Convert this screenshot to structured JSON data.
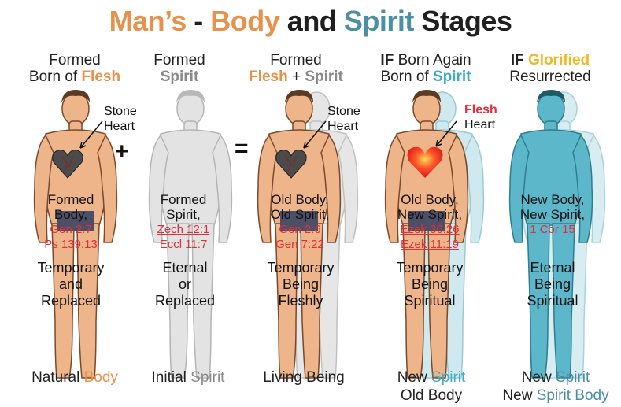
{
  "title": {
    "part1": "Man’s",
    "part2": " - ",
    "part3": "Body",
    "part4": " and ",
    "part5": "Spirit",
    "part6": " Stages"
  },
  "colors": {
    "flesh": "#E8914B",
    "spirit": "#4A8FA3",
    "glorified": "#F2B824",
    "spirit_bright": "#3FA9C9",
    "reference": "#e0303a",
    "skin": "#EEB48A",
    "ghost": "#d9d9d9",
    "glorified_body": "#5BB7C9"
  },
  "columns": [
    {
      "header_line1": "Formed",
      "header_line2_a": "Born of ",
      "header_line2_b": "Flesh",
      "heart_label": "Stone\nHeart",
      "mid_line1": "Formed",
      "mid_line2": "Body,",
      "refs": [
        "Gen 2:7",
        "Ps 139:13"
      ],
      "state_line1": "Temporary",
      "state_line2": "and",
      "state_line3": "Replaced",
      "footer_a": "Natural ",
      "footer_b": "Body"
    },
    {
      "header_line1": "Formed",
      "header_line2_b": "Spirit",
      "mid_line1": "Formed",
      "mid_line2": "Spirit,",
      "refs": [
        "Zech 12:1",
        "Eccl 11:7"
      ],
      "state_line1": "Eternal",
      "state_line2": "or",
      "state_line3": "Replaced",
      "footer_a": "Initial ",
      "footer_b": "Spirit"
    },
    {
      "header_line1": "Formed",
      "header_line2_a": "Flesh",
      "header_line2_mid": " + ",
      "header_line2_b": "Spirit",
      "heart_label": "Stone\nHeart",
      "mid_line1": "Old Body,",
      "mid_line2": "Old Spirit,",
      "refs": [
        "Gen 2:6",
        "Gen 7:22"
      ],
      "state_line1": "Temporary",
      "state_line2": "Being",
      "state_line3": "Fleshly",
      "footer_a": "Living Being"
    },
    {
      "header_line1_a": "IF",
      "header_line1_b": " Born Again",
      "header_line2_a": "Born of ",
      "header_line2_b": "Spirit",
      "heart_label_a": "Flesh",
      "heart_label_b": "Heart",
      "mid_line1": "Old Body,",
      "mid_line2": "New Spirit,",
      "refs": [
        "Ezek 36:26",
        "Ezek 11:19"
      ],
      "state_line1": "Temporary",
      "state_line2": "Being",
      "state_line3": "Spiritual",
      "footer_line1_a": "New ",
      "footer_line1_b": "Spirit",
      "footer_line2": "Old Body"
    },
    {
      "header_line1_a": "IF",
      "header_line1_b": "Glorified",
      "header_line2": "Resurrected",
      "mid_line1": "New Body,",
      "mid_line2": "New Spirit,",
      "refs": [
        "1 Cor 15"
      ],
      "state_line1": "Eternal",
      "state_line2": "Being",
      "state_line3": "Spiritual",
      "footer_line1_a": "New ",
      "footer_line1_b": "Spirit",
      "footer_line2_a": "New ",
      "footer_line2_b": "Spirit Body"
    }
  ],
  "operators": {
    "plus": "+",
    "equals": "="
  }
}
